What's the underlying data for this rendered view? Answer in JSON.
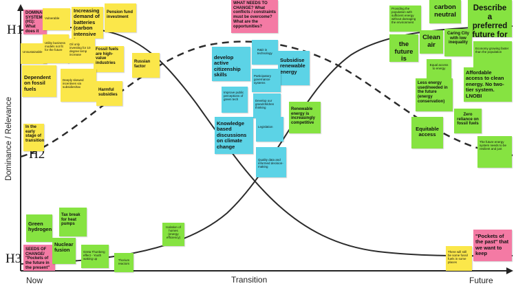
{
  "axes": {
    "y_label": "Dominance / Relevance",
    "x_label": "Transition",
    "x_start": "Now",
    "x_end": "Future"
  },
  "horizons": {
    "h1": "H1",
    "h2": "H2",
    "h3": "H3"
  },
  "notes": {
    "dominant_system": "DOMINANT SYSTEM (H1): What does it look like?",
    "vulnerable": "Vulnerable",
    "increasing_batteries": "Increasing demand of batteries (carbon intensive to produce)",
    "pension_fund": "Pension fund investment",
    "unsustainable": "Unsustainable",
    "utility_models": "Utility business models not fit for the future",
    "oil_only_investing": "Oil only investing for 10 degree temp increase",
    "fossil_fuels_high_value": "Fossil fuels are high-value industries",
    "dependent_fossil": "Dependent on fossil fuels",
    "deeply_skewed": "Deeply skewed incentives via subsidies/tax",
    "russian_factor": "Russian factor",
    "harmful_subsidies": "Harmful subsidies",
    "early_stage": "In the early stage of transition",
    "what_needs_change": "WHAT NEEDS TO CHANGE? What conflicts / constraints must be overcome? What are the opportunities?",
    "active_citizenship": "develop active citizenship skills",
    "r_and_d": "R&D in technology",
    "subsidise_renewable": "Subsidise renewable energy",
    "participatory_governance": "Participatory governance systems",
    "improve_perceptions": "Improve public perceptions of green tech",
    "grandchildren_thinking": "Develop our grandchildren thinking",
    "knowledge_discussions": "Knowledge based discussions on climate change",
    "legislation": "Legislation",
    "renewable_competitive": "Renewable energy is increasingly competitive",
    "quality_data": "Quality data and informed decision-making",
    "providing_population": "Providing the population with sufficient energy without damaging the environment",
    "carbon_neutral": "carbon neutral",
    "describe_future": "Describe a preferred future for Energy",
    "future_nuclear": "the future is nuclear",
    "clean_air": "Clean air",
    "caring_city": "Caring City with low inequality",
    "economy_growing": "Economy growing faster than the population",
    "equal_access": "Equal access to energy",
    "less_energy": "Less energy used/needed in the future (energy conservation)",
    "affordable_access": "Affordable access to clean energy. No two-tier system. LNOBI",
    "zero_reliance": "Zero reliance on fossil fuels",
    "equitable_access": "Equitable access",
    "resilient_just": "The future energy system needs to be resilient and just",
    "green_hydrogen": "Green hydrogen",
    "tax_break": "Tax break for heat pumps",
    "seeds_of_change": "SEEDS OF CHANGE/ \"Pockets of the future in the present\"",
    "nuclear_fusion": "Nuclear fusion",
    "greta_effect": "Greta Thunberg effect - Youth waking up",
    "thorium_reactors": "Thorium reactors",
    "isolation_homes": "Isolation of homes (energy efficiency)",
    "still_fossil": "There will still be some fossil fuels in some places",
    "pockets_past": "\"Pockets of the past\" that we want to keep"
  },
  "colors": {
    "yellow": "#fbe74a",
    "green": "#86e341",
    "cyan": "#5cd3e6",
    "pink": "#f47aa4",
    "line": "#222222"
  }
}
